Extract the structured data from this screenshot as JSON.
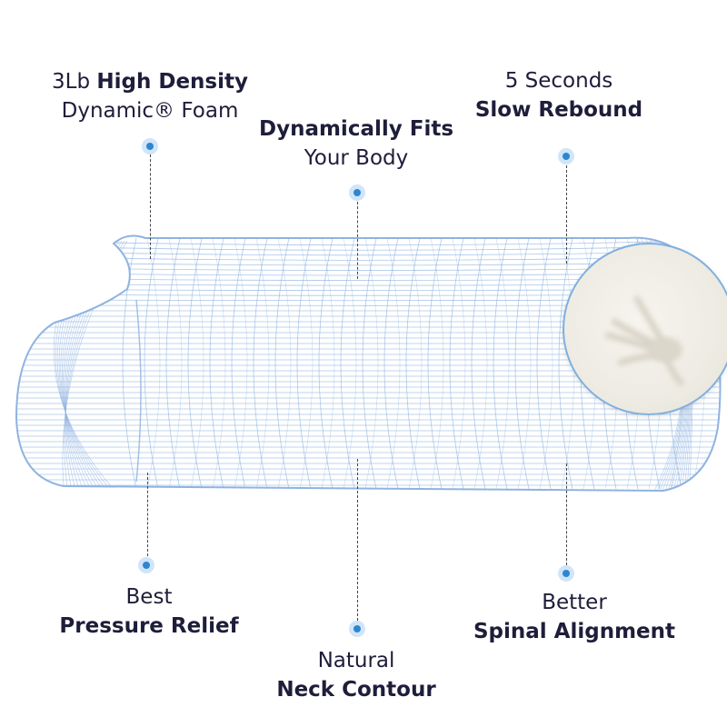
{
  "features": {
    "density": {
      "line1_light": "3Lb ",
      "line1_bold": "High Density",
      "line2": "Dynamic® Foam"
    },
    "fits": {
      "line1": "Dynamically Fits",
      "line2": "Your Body"
    },
    "rebound": {
      "line1": "5 Seconds",
      "line2": "Slow Rebound"
    },
    "pressure": {
      "line1": "Best",
      "line2": "Pressure Relief"
    },
    "neck": {
      "line1": "Natural",
      "line2": "Neck Contour"
    },
    "spinal": {
      "line1": "Better",
      "line2": "Spinal Alignment"
    }
  },
  "colors": {
    "wire": "#8fb3e0",
    "dot": "#2f86d0",
    "text": "#1e1d3a",
    "foam_border": "#7fb0de"
  }
}
